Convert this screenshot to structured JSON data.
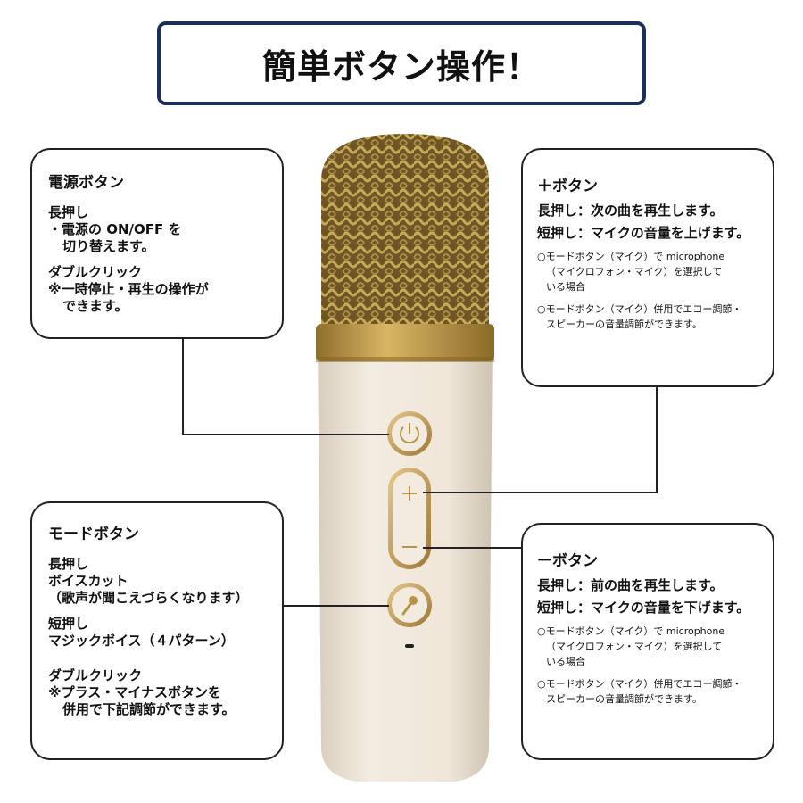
{
  "title": "簡単ボタン操作！",
  "colors": {
    "title_border": "#1c2f5c",
    "mesh_gold": "#b89a4a",
    "ring_gold": "#c9a24e",
    "body_cream": "#efe6d8",
    "card_border": "#222222"
  },
  "power_card": {
    "heading": "電源ボタン",
    "long_press_title": "長押し",
    "long_press_lines": [
      "・電源の ON/OFF を",
      "切り替えます。"
    ],
    "double_click_title": "ダブルクリック",
    "double_click_lines": [
      "※一時停止・再生の操作が",
      "できます。"
    ]
  },
  "plus_card": {
    "heading": "＋ボタン",
    "long_press": "長押し：次の曲を再生します。",
    "short_press": "短押し：マイクの音量を上げます。",
    "note1_lines": [
      "○モードボタン（マイク）で microphone",
      "（マイクロフォン・マイク）を選択して",
      "いる場合"
    ],
    "note2_lines": [
      "○モードボタン（マイク）併用でエコー調節・",
      "スピーカーの音量調節ができます。"
    ]
  },
  "mode_card": {
    "heading": "モードボタン",
    "long_press_title": "長押し",
    "long_press_lines": [
      "ボイスカット",
      "（歌声が聞こえづらくなります）"
    ],
    "short_press_title": "短押し",
    "short_press_lines": [
      "マジックボイス（４パターン）"
    ],
    "double_click_title": "ダブルクリック",
    "double_click_lines": [
      "※プラス・マイナスボタンを",
      "併用で下記調節ができます。"
    ]
  },
  "minus_card": {
    "heading": "ーボタン",
    "long_press": "長押し：前の曲を再生します。",
    "short_press": "短押し：マイクの音量を下げます。",
    "note1_lines": [
      "○モードボタン（マイク）で microphone",
      "（マイクロフォン・マイク）を選択して",
      "いる場合"
    ],
    "note2_lines": [
      "○モードボタン（マイク）併用でエコー調節・",
      "スピーカーの音量調節ができます。"
    ]
  },
  "icons": {
    "power": "power-icon",
    "plus": "plus-icon",
    "minus": "minus-icon",
    "mode": "microphone-icon"
  }
}
